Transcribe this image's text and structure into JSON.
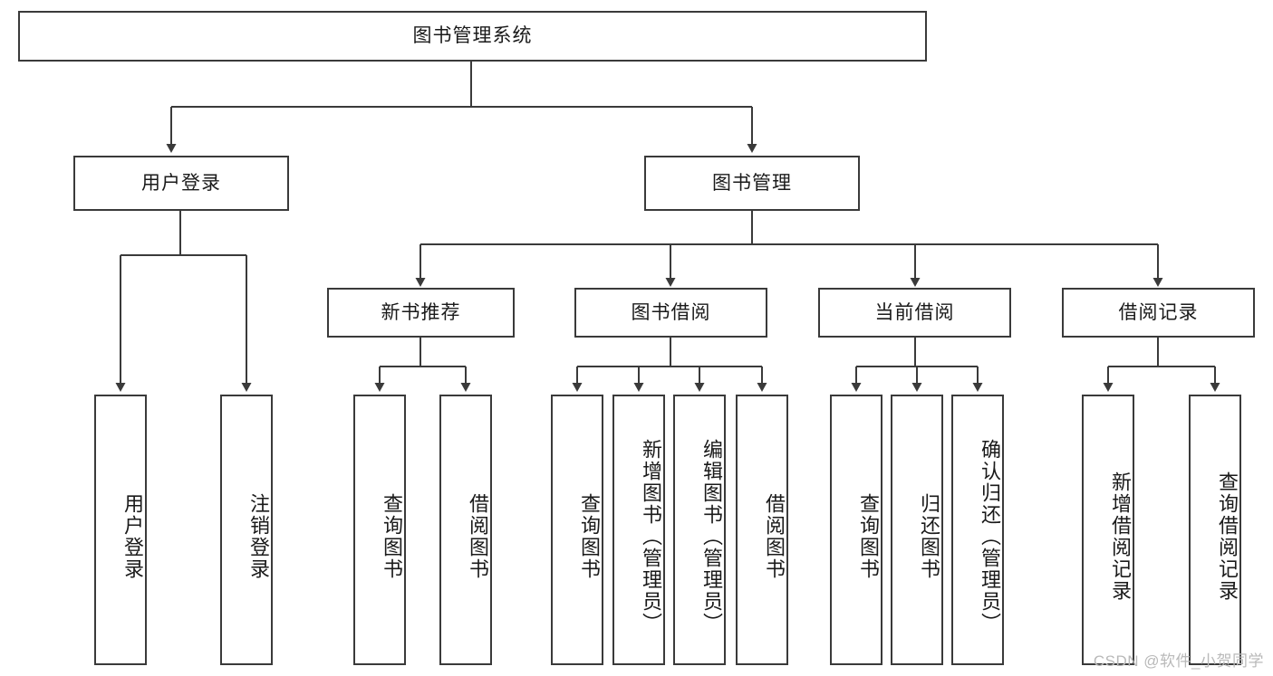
{
  "diagram": {
    "type": "tree-hierarchy-flowchart",
    "title": "图书管理系统",
    "watermark": "CSDN @软件_小贺同学",
    "colors": {
      "box_border": "#3a3a3a",
      "box_fill": "#ffffff",
      "edge": "#3a3a3a",
      "text": "#1a1a1a",
      "watermark": "#b9b9b9",
      "background": "#ffffff"
    },
    "nodes": {
      "root": {
        "label": "图书管理系统"
      },
      "level2": [
        {
          "id": "user-login",
          "label": "用户登录"
        },
        {
          "id": "book-manage",
          "label": "图书管理"
        }
      ],
      "level3": [
        {
          "id": "new-book-recommend",
          "label": "新书推荐"
        },
        {
          "id": "book-borrow",
          "label": "图书借阅"
        },
        {
          "id": "current-borrow",
          "label": "当前借阅"
        },
        {
          "id": "borrow-record",
          "label": "借阅记录"
        }
      ],
      "leaves": {
        "user-login": [
          {
            "id": "leaf-user-login",
            "label": "用户登录"
          },
          {
            "id": "leaf-logout-login",
            "label": "注销登录"
          }
        ],
        "new-book-recommend": [
          {
            "id": "leaf-query-book-1",
            "label": "查询图书"
          },
          {
            "id": "leaf-borrow-book-1",
            "label": "借阅图书"
          }
        ],
        "book-borrow": [
          {
            "id": "leaf-query-book-2",
            "label": "查询图书"
          },
          {
            "id": "leaf-add-book-admin",
            "label": "新增图书（管理员）"
          },
          {
            "id": "leaf-edit-book-admin",
            "label": "编辑图书（管理员）"
          },
          {
            "id": "leaf-borrow-book-2",
            "label": "借阅图书"
          }
        ],
        "current-borrow": [
          {
            "id": "leaf-query-book-3",
            "label": "查询图书"
          },
          {
            "id": "leaf-return-book",
            "label": "归还图书"
          },
          {
            "id": "leaf-confirm-return-admin",
            "label": "确认归还（管理员）"
          }
        ],
        "borrow-record": [
          {
            "id": "leaf-add-borrow-record",
            "label": "新增借阅记录"
          },
          {
            "id": "leaf-query-borrow-record",
            "label": "查询借阅记录"
          }
        ]
      }
    }
  }
}
